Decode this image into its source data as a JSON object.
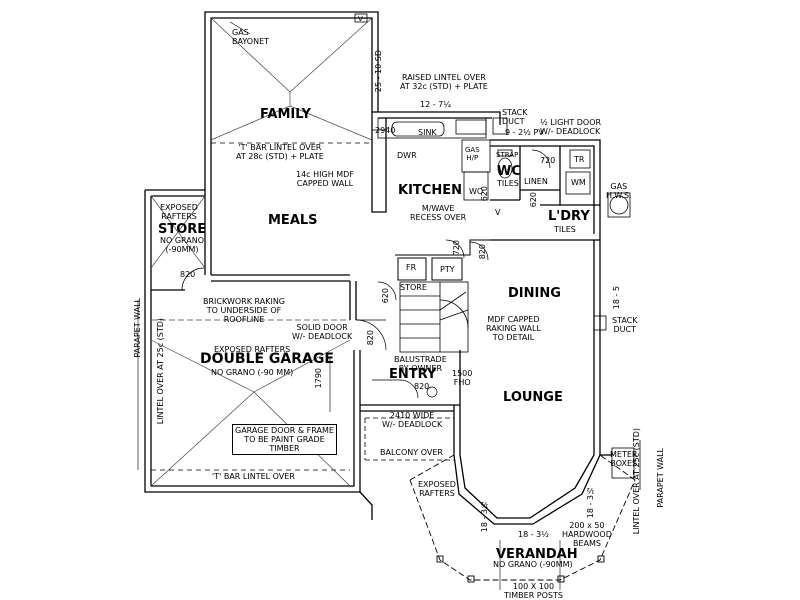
{
  "rooms": {
    "family": "FAMILY",
    "meals": "MEALS",
    "kitchen": "KITCHEN",
    "wc": "WC",
    "laundry": "L'DRY",
    "store": "STORE",
    "double_garage": "DOUBLE GARAGE",
    "dining": "DINING",
    "entry": "ENTRY",
    "lounge": "LOUNGE",
    "verandah": "VERANDAH"
  },
  "notes": {
    "gas_bayonet": "GAS\nBAYONET",
    "raised_lintel": "RAISED LINTEL OVER\nAT 32c (STD) + PLATE",
    "stack_duct_top": "STACK\nDUCT",
    "pv": "9 - 2½  PV",
    "light_door": "½ LIGHT DOOR\nW/- DEADLOCK",
    "t_bar_lintel_meals": "'T' BAR LINTEL OVER\nAT 28c (STD) + PLATE",
    "mdf_capped_wall": "14c HIGH MDF\nCAPPED WALL",
    "dwr": "DWR",
    "sink": "SINK",
    "gas_hp": "GAS\nH/P",
    "strap": "STRAP",
    "wc_tiles": "TILES",
    "linen": "LINEN",
    "tr": "TR",
    "wm": "WM",
    "gas_hws": "GAS\nH.W.S.",
    "wo": "WO",
    "v": "V",
    "microwave": "M/WAVE\nRECESS OVER",
    "laundry_tiles": "TILES",
    "exposed_rafters_store": "EXPOSED\nRAFTERS",
    "store_no_grano": "NO GRANO\n(-90MM)",
    "fr": "FR",
    "pty": "PTY",
    "store_small": "STORE",
    "brickwork_raking": "BRICKWORK RAKING\nTO UNDERSIDE OF\nROOFLINE",
    "solid_door": "SOLID DOOR\nW/- DEADLOCK",
    "mdf_capped_raking": "MDF CAPPED\nRAKING WALL\nTO DETAIL",
    "stack_duct_right": "STACK\nDUCT",
    "exposed_rafters_garage": "EXPOSED RAFTERS",
    "garage_no_grano": "NO GRANO (-90 MM)",
    "balustrade": "BALUSTRADE\nBY OWNER",
    "fho": "1500\nFHO",
    "garage_door_frame": "GARAGE DOOR & FRAME\nTO BE PAINT GRADE\nTIMBER",
    "door_2410": "2410 WIDE\nW/- DEADLOCK",
    "balcony_over": "BALCONY OVER",
    "t_bar_lintel_garage": "'T' BAR LINTEL OVER",
    "exposed_rafters_verandah": "EXPOSED\nRAFTERS",
    "meter_boxes": "METER\nBOXES",
    "hardwood_beams": "200 x 50\nHARDWOOD\nBEAMS",
    "verandah_no_grano": "NO GRANO (-90MM)",
    "timber_posts": "100 X 100\nTIMBER POSTS",
    "parapet_wall_left": "PARAPET WALL",
    "lintel_over_left": "LINTEL OVER AT 25c (STD)",
    "parapet_wall_right": "PARAPET WALL",
    "lintel_over_right": "LINTEL OVER AT 25c (STD)"
  },
  "dimensions": {
    "d_25_10_sd": "25 - 10 SD",
    "d_12_7q": "12 - 7¼",
    "d_2940": "2940",
    "d_620_wc": "620",
    "d_720_linen": "720",
    "d_620_laundry": "620",
    "d_820_store": "820",
    "d_720_pty": "720",
    "d_820_dining": "820",
    "d_620_store": "620",
    "d_820_garage": "820",
    "d_1790": "1790",
    "d_820_entry": "820",
    "d_18_5": "18 - 5",
    "d_18_3h_left": "18 - 3½",
    "d_18_3h_right": "18 - 3½",
    "d_18_3h_bottom": "18 - 3½"
  }
}
